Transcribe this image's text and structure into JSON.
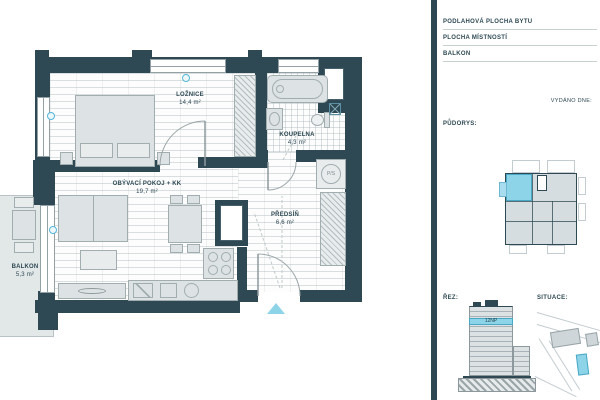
{
  "plan": {
    "rooms": [
      {
        "id": "loznice",
        "name": "LOŽNICE",
        "area": "14,4 m²"
      },
      {
        "id": "koupelna",
        "name": "KOUPELNA",
        "area": "4,3 m²"
      },
      {
        "id": "obyvaci",
        "name": "OBÝVACÍ POKOJ + KK",
        "area": "19,7 m²"
      },
      {
        "id": "predsin",
        "name": "PŘEDSÍŇ",
        "area": "6,6 m²"
      },
      {
        "id": "balkon",
        "name": "BALKON",
        "area": "5,3 m²"
      }
    ],
    "symbols": {
      "washer_label": "P/S"
    }
  },
  "panel": {
    "fields": [
      {
        "label": "PODLAHOVÁ PLOCHA BYTU"
      },
      {
        "label": "PLOCHA MÍSTNOSTÍ"
      },
      {
        "label": "BALKON"
      }
    ],
    "issued_label": "VYDÁNO DNE:",
    "sections": {
      "floorplan": "PŮDORYS:",
      "section": "ŘEZ:",
      "situation": "SITUACE:"
    },
    "section_floor_label": "12NP"
  },
  "colors": {
    "wall": "#2e4953",
    "accent_blue": "#8ed4e8",
    "accent_blue_border": "#49a8c6",
    "furniture_fill": "#dde3e4",
    "furniture_border": "#a2adb0",
    "panel_text": "#2e4953"
  }
}
